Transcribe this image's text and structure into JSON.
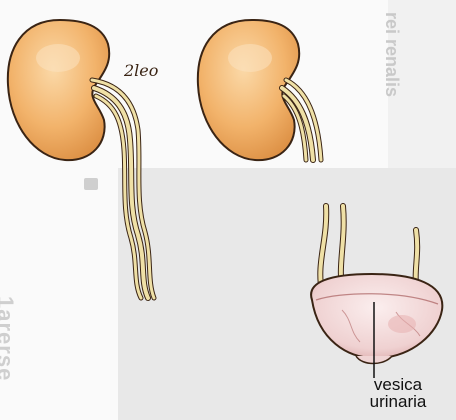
{
  "diagram": {
    "handwriting": "2leo",
    "labels": {
      "bladder_line1": "vesica",
      "bladder_line2": "urinaria"
    },
    "background_text": {
      "vertical_top": "rei renalis",
      "vertical_side": "1arerse"
    },
    "colors": {
      "kidney_fill": "#f2b36b",
      "kidney_highlight": "#f9d3a0",
      "kidney_stroke": "#3a2414",
      "ureter_fill": "#efe0a6",
      "bladder_fill": "#f4dede",
      "bladder_tint": "#e7b1b1",
      "label_color": "#111111"
    }
  }
}
